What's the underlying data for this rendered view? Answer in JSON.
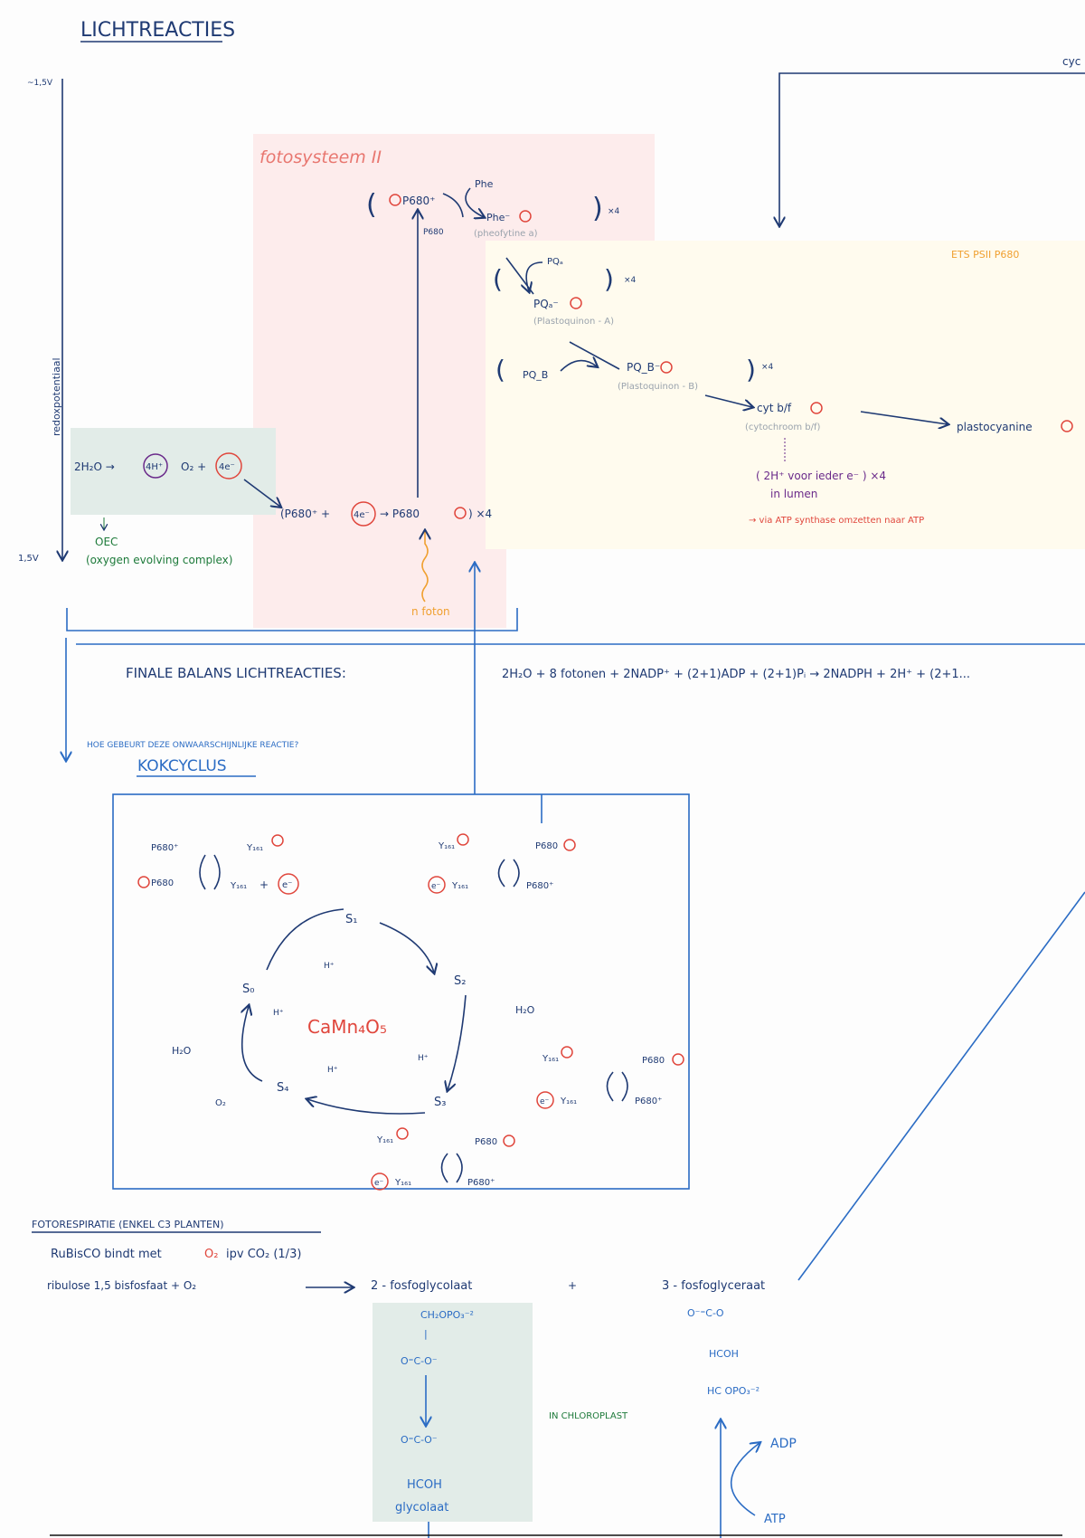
{
  "title": "LICHTREACTIES",
  "axis": {
    "top": "~1,5V",
    "bottom": "1,5V",
    "label": "redoxpotentiaal"
  },
  "top_right": {
    "label": "cyc"
  },
  "ps2": {
    "label": "fotosysteem II",
    "p680plus": "P680⁺",
    "phe": "Phe",
    "phe_minus": "Phe⁻",
    "p680_small": "P680",
    "phe_name": "(pheofytine a)",
    "x4": "×4",
    "pqa": "PQₐ",
    "pqa_minus": "PQₐ⁻",
    "pqa_name": "(Plastoquinon - A)",
    "pqb": "PQ_B",
    "pqb_minus": "PQ_B⁻",
    "pqb_name": "(Plastoquinon - B)",
    "cyt": "cyt b/f",
    "cyt_name": "(cytochroom b/f)",
    "plastocyanine": "plastocyanine",
    "ets": "ETS   PSII P680",
    "lumen1": "( 2H⁺ voor ieder e⁻ ) ×4",
    "lumen2": "in lumen",
    "atp": "→ via ATP synthase omzetten naar ATP",
    "water": "2H₂O →",
    "h4": "4H⁺",
    "o2": "O₂ +",
    "e4": "4e⁻",
    "oec": "OEC",
    "oec_name": "(oxygen evolving complex)",
    "reaction_a": "(P680⁺ +",
    "reaction_e": "4e⁻",
    "reaction_b": "→  P680",
    "reaction_c": ") ×4",
    "foton": "n foton"
  },
  "balance": {
    "heading": "FINALE   BALANS   LICHTREACTIES:",
    "equation": "2H₂O + 8 fotonen + 2NADP⁺ + (2+1)ADP + (2+1)Pᵢ → 2NADPH + 2H⁺ + (2+1..."
  },
  "kok": {
    "question": "HOE GEBEURT DEZE ONWAARSCHIJNLIJKE REACTIE?",
    "title": "KOKCYCLUS",
    "center": "CaMn₄O₅",
    "states": [
      "S₀",
      "S₁",
      "S₂",
      "S₃",
      "S₄"
    ],
    "h2o_1": "H₂O",
    "h2o_2": "H₂O",
    "hplus": "H⁺",
    "o2": "O₂",
    "y161": "Y₁₆₁",
    "e": "e⁻",
    "p680": "P680",
    "p680plus": "P680⁺",
    "plus": "+"
  },
  "fotorespiratie": {
    "heading": "FOTORESPIRATIE    (ENKEL C3 PLANTEN)",
    "rubisco_a": "RuBisCO  bindt  met",
    "rubisco_o2": "O₂",
    "rubisco_b": "ipv CO₂   (1/3)",
    "reactant": "ribulose 1,5 bisfosfaat   +   O₂",
    "product1": "2 - fosfoglycolaat",
    "plus": "+",
    "product2": "3 - fosfoglyceraat",
    "g1": "CH₂OPO₃⁻²",
    "g2": "|",
    "g3": "O⁼C‑O⁻",
    "g4": "O⁼C‑O⁻",
    "g5": "HCOH",
    "g6": "glycolaat",
    "p1": "O⁻⁼C‑O",
    "p2": "HCOH",
    "p3": "HC OPO₃⁻²",
    "location": "IN CHLOROPLAST",
    "adp": "ADP",
    "atp": "ATP"
  },
  "colors": {
    "dark_blue": "#1f3a73",
    "blue": "#2b6cc4",
    "pink_bg": "#fdecec",
    "yellow_bg": "#fffbee",
    "green_bg": "#e2ece8",
    "red": "#e0463c"
  }
}
